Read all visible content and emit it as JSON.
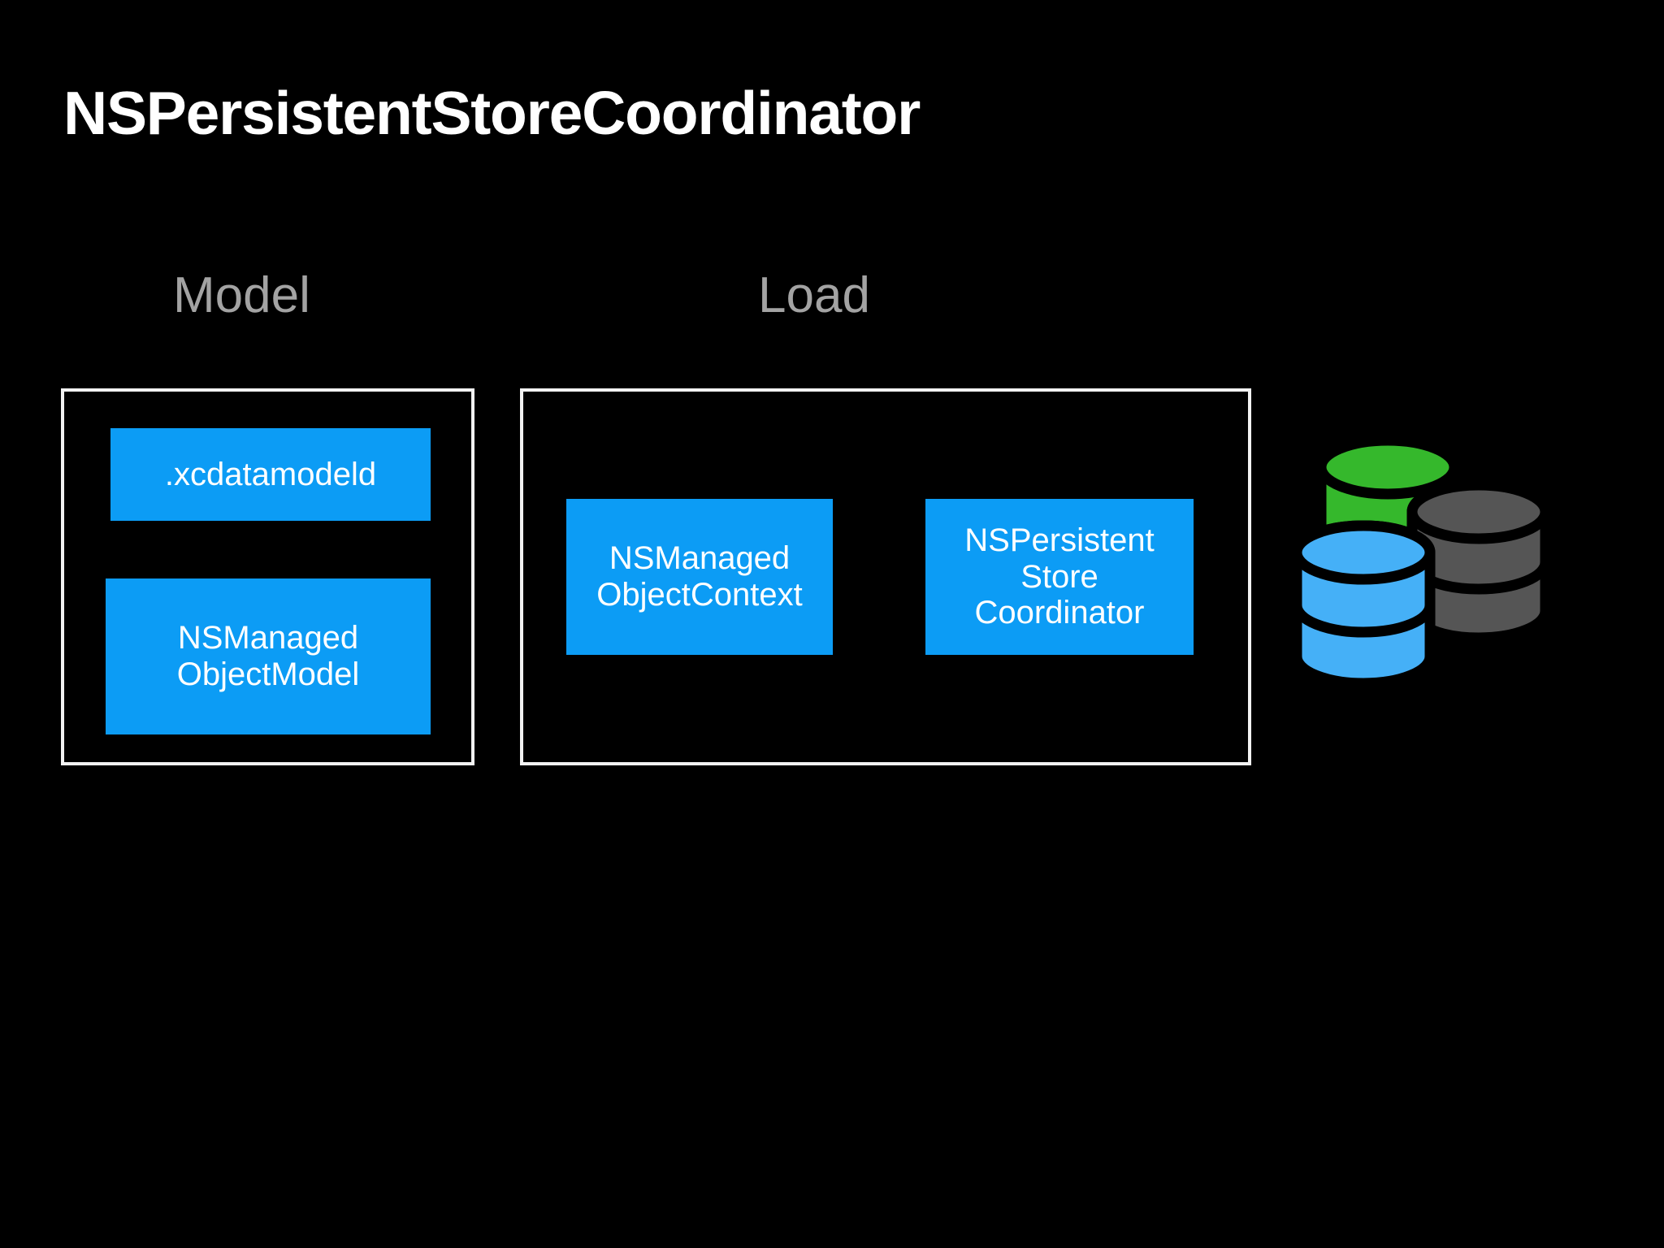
{
  "slide": {
    "background_color": "#000000",
    "title": "NSPersistentStoreCoordinator",
    "title_color": "#ffffff"
  },
  "groups": [
    {
      "id": "model",
      "label": "Model",
      "label_color": "#a3a3a3"
    },
    {
      "id": "load",
      "label": "Load",
      "label_color": "#a3a3a3"
    }
  ],
  "boxes": {
    "xcdatamodeld": {
      "label": ".xcdatamodeld",
      "fill": "#0C9CF5",
      "text_color": "#ffffff"
    },
    "nsmanagedobjectmodel": {
      "label": "NSManaged\nObjectModel",
      "fill": "#0C9CF5",
      "text_color": "#ffffff"
    },
    "nsmanagedobjectcontext": {
      "label": "NSManaged\nObjectContext",
      "fill": "#0C9CF5",
      "text_color": "#ffffff"
    },
    "nspersistentstorecoordinator": {
      "label": "NSPersistent\nStore\nCoordinator",
      "fill": "#0C9CF5",
      "text_color": "#ffffff"
    }
  },
  "database_stack": {
    "icon": "database-stack-icon",
    "cylinders": [
      {
        "name": "green-database-cylinder",
        "color": "#35B82C"
      },
      {
        "name": "gray-database-cylinder",
        "color": "#555555"
      },
      {
        "name": "blue-database-cylinder",
        "color": "#45B0F7"
      }
    ],
    "outline_color": "#000000"
  }
}
